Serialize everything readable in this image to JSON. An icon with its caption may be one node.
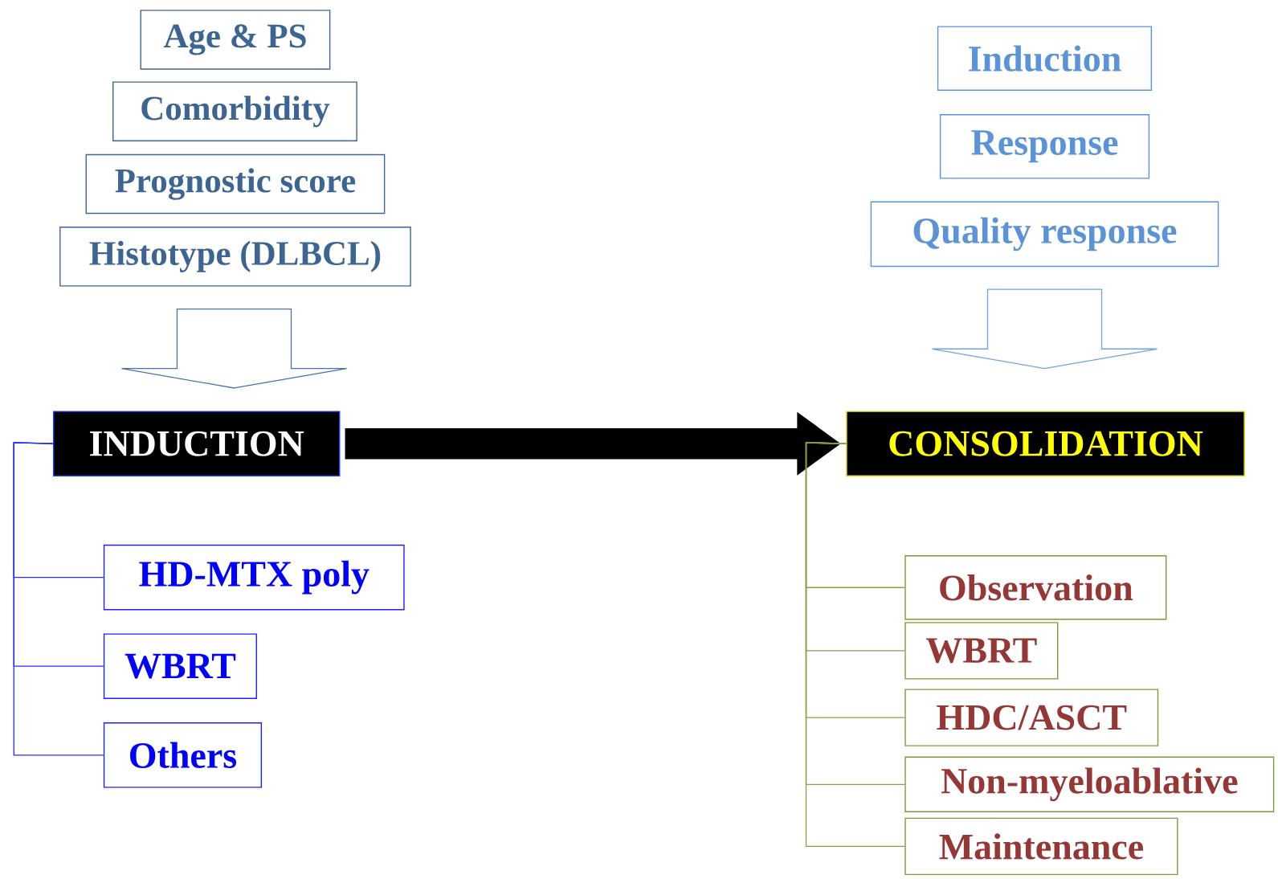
{
  "diagram": {
    "nodes": [
      {
        "text": [
          "Age & PS"
        ]
      },
      {
        "text": [
          "Comorbidity"
        ]
      },
      {
        "text": [
          "Prognostic score"
        ]
      },
      {
        "text": [
          "Histotype (DLBCL)"
        ]
      },
      {
        "text": [
          "Induction"
        ]
      },
      {
        "text": [
          "Response"
        ]
      },
      {
        "text": [
          "Quality response"
        ]
      },
      {
        "text": [
          "INDUCTION"
        ]
      },
      {
        "text": [
          "HD-MTX poly"
        ]
      },
      {
        "text": [
          "WBRT"
        ]
      },
      {
        "text": [
          "Others"
        ]
      },
      {
        "text": [
          "CONSOLIDATION"
        ]
      },
      {
        "text": [
          "Observation"
        ]
      },
      {
        "text": [
          "WBRT"
        ]
      },
      {
        "text": [
          "HDC/ASCT"
        ]
      },
      {
        "text": [
          "Non-myeloablative"
        ]
      },
      {
        "text": [
          "Maintenance"
        ]
      }
    ],
    "edges": [
      {
        "from": 3,
        "to": 7,
        "arrow": "to",
        "color": "#4a72a8"
      },
      {
        "from": 6,
        "to": 11,
        "arrow": "to",
        "color": "#6fa3e0"
      },
      {
        "from": 7,
        "to": 11,
        "arrow": "to",
        "style": "thick",
        "color": "#000000"
      },
      {
        "from": 7,
        "to": 8,
        "arrow": "none",
        "color": "#2a2aff"
      },
      {
        "from": 7,
        "to": 9,
        "arrow": "none",
        "color": "#2a2aff"
      },
      {
        "from": 7,
        "to": 10,
        "arrow": "none",
        "color": "#2a2aff"
      },
      {
        "from": 11,
        "to": 12,
        "arrow": "none",
        "color": "#8aa040"
      },
      {
        "from": 11,
        "to": 13,
        "arrow": "none",
        "color": "#8aa040"
      },
      {
        "from": 11,
        "to": 14,
        "arrow": "none",
        "color": "#8aa040"
      },
      {
        "from": 11,
        "to": 15,
        "arrow": "none",
        "color": "#8aa040"
      },
      {
        "from": 11,
        "to": 16,
        "arrow": "none",
        "color": "#8aa040"
      }
    ]
  }
}
